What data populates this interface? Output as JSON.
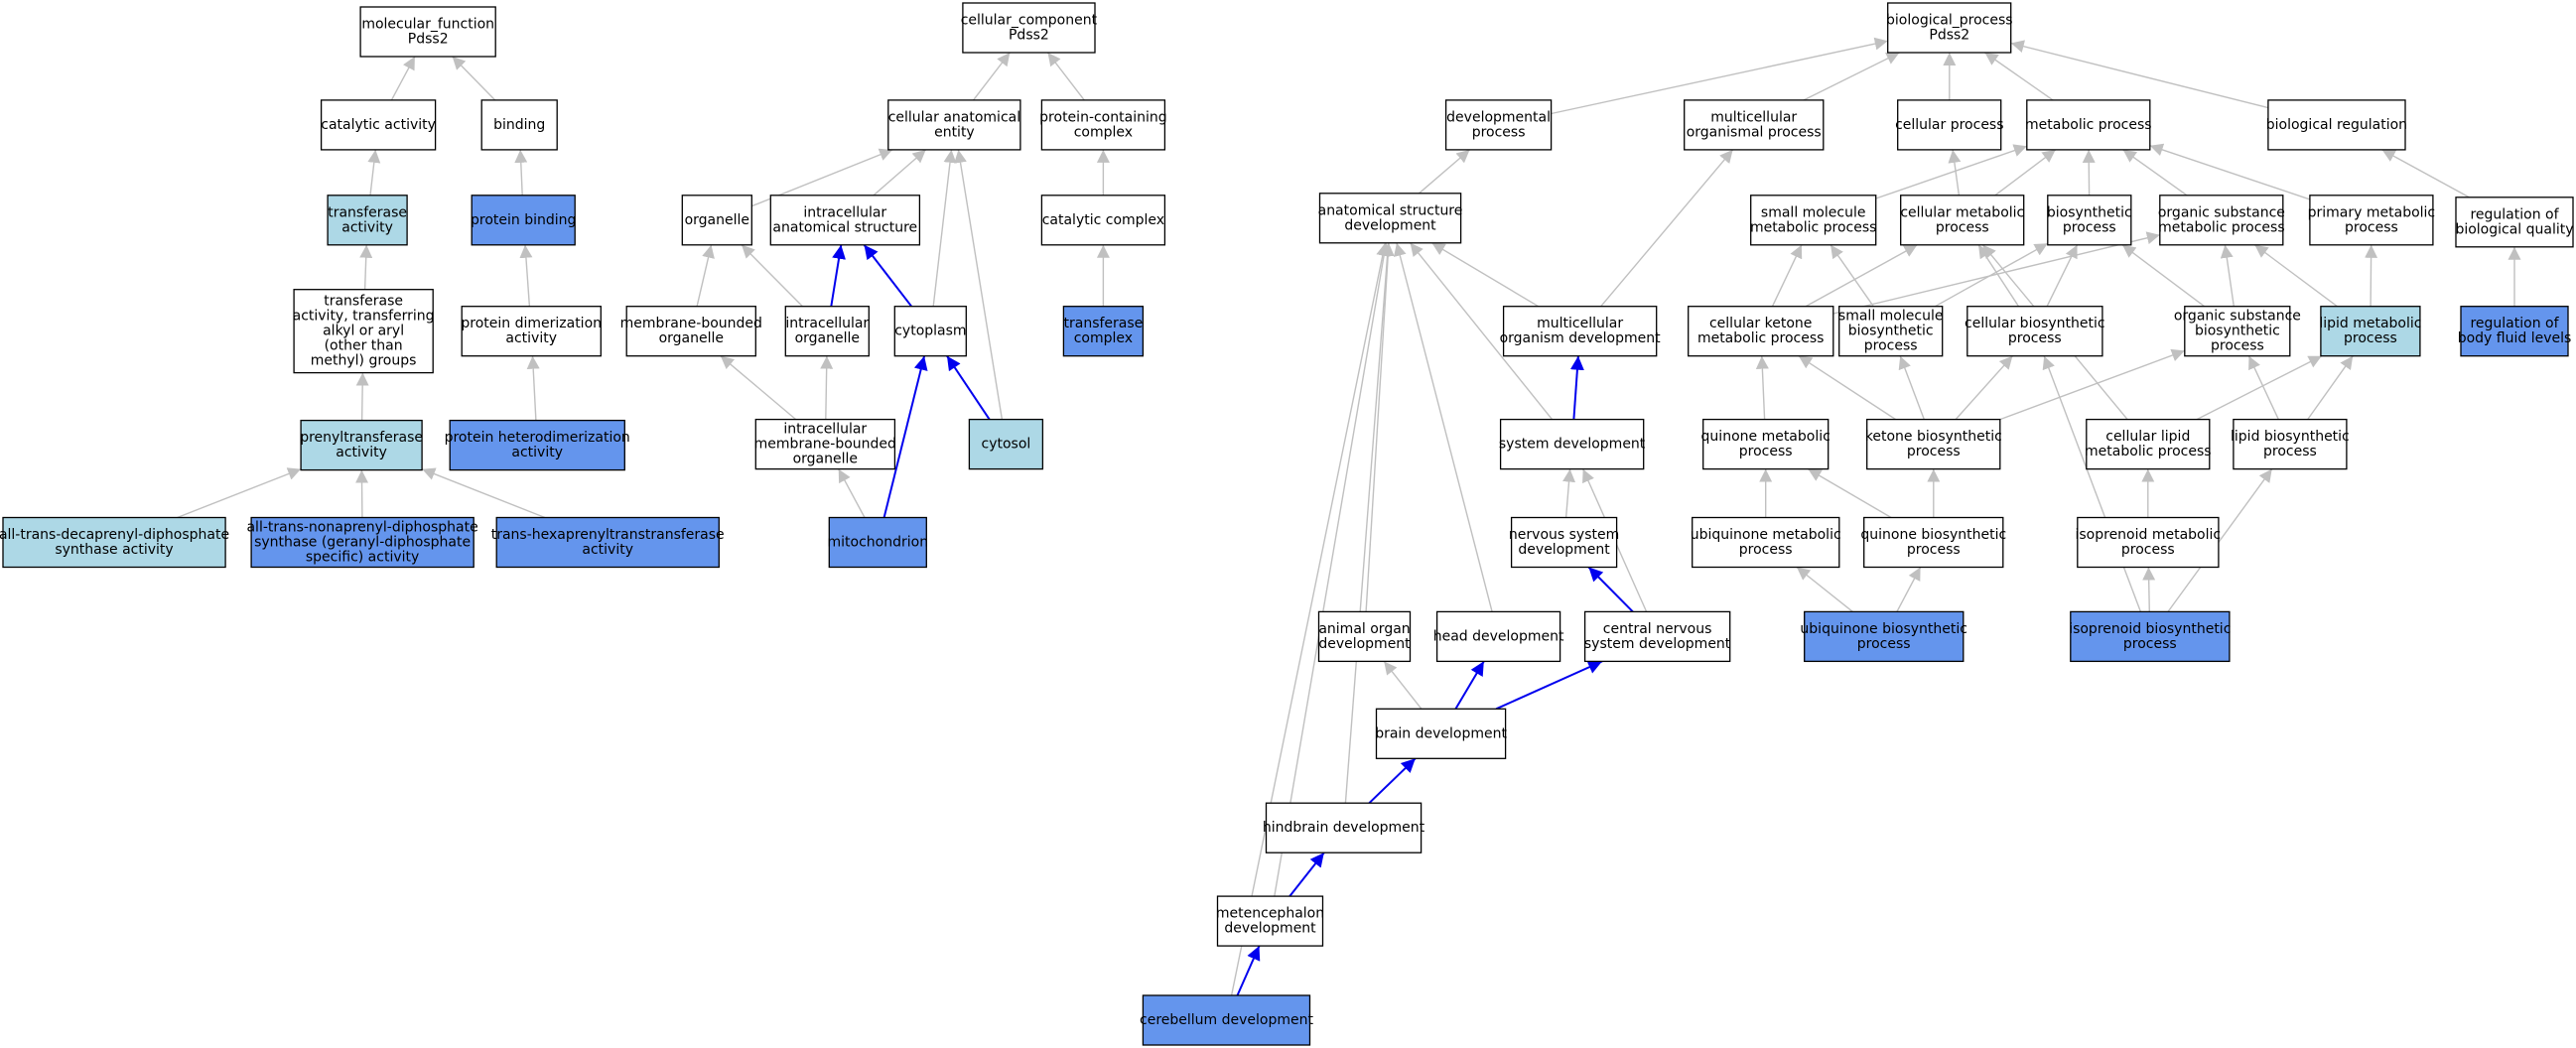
{
  "colors": {
    "plain": "#ffffff",
    "light": "#add8e6",
    "dark": "#6495ed",
    "gray_edge": "#c0c0c0",
    "blue_edge": "#0000ee"
  },
  "nodes": [
    {
      "id": "mf_root",
      "lines": [
        "molecular_function",
        "Pdss2"
      ],
      "fill": "plain"
    },
    {
      "id": "catalytic",
      "lines": [
        "catalytic activity"
      ],
      "fill": "plain"
    },
    {
      "id": "binding",
      "lines": [
        "binding"
      ],
      "fill": "plain"
    },
    {
      "id": "transferase",
      "lines": [
        "transferase",
        "activity"
      ],
      "fill": "light"
    },
    {
      "id": "protein_binding",
      "lines": [
        "protein binding"
      ],
      "fill": "dark"
    },
    {
      "id": "transferase_alkyl",
      "lines": [
        "transferase",
        "activity, transferring",
        "alkyl or aryl",
        "(other than",
        "methyl) groups"
      ],
      "fill": "plain"
    },
    {
      "id": "protein_dimer",
      "lines": [
        "protein dimerization",
        "activity"
      ],
      "fill": "plain"
    },
    {
      "id": "prenyltransferase",
      "lines": [
        "prenyltransferase",
        "activity"
      ],
      "fill": "light"
    },
    {
      "id": "protein_heterodimer",
      "lines": [
        "protein heterodimerization",
        "activity"
      ],
      "fill": "dark"
    },
    {
      "id": "decaprenyl",
      "lines": [
        "all-trans-decaprenyl-diphosphate",
        "synthase activity"
      ],
      "fill": "light"
    },
    {
      "id": "nonaprenyl",
      "lines": [
        "all-trans-nonaprenyl-diphosphate",
        "synthase (geranyl-diphosphate",
        "specific) activity"
      ],
      "fill": "dark"
    },
    {
      "id": "hexaprenyl",
      "lines": [
        "trans-hexaprenyltranstransferase",
        "activity"
      ],
      "fill": "dark"
    },
    {
      "id": "cc_root",
      "lines": [
        "cellular_component",
        "Pdss2"
      ],
      "fill": "plain"
    },
    {
      "id": "cell_anat",
      "lines": [
        "cellular anatomical",
        "entity"
      ],
      "fill": "plain"
    },
    {
      "id": "protein_complex",
      "lines": [
        "protein-containing",
        "complex"
      ],
      "fill": "plain"
    },
    {
      "id": "organelle",
      "lines": [
        "organelle"
      ],
      "fill": "plain"
    },
    {
      "id": "intracell_anat",
      "lines": [
        "intracellular",
        "anatomical structure"
      ],
      "fill": "plain"
    },
    {
      "id": "catalytic_complex",
      "lines": [
        "catalytic complex"
      ],
      "fill": "plain"
    },
    {
      "id": "membrane_org",
      "lines": [
        "membrane-bounded",
        "organelle"
      ],
      "fill": "plain"
    },
    {
      "id": "intracell_org",
      "lines": [
        "intracellular",
        "organelle"
      ],
      "fill": "plain"
    },
    {
      "id": "cytoplasm",
      "lines": [
        "cytoplasm"
      ],
      "fill": "plain"
    },
    {
      "id": "transferase_complex",
      "lines": [
        "transferase",
        "complex"
      ],
      "fill": "dark"
    },
    {
      "id": "intracell_mem_org",
      "lines": [
        "intracellular",
        "membrane-bounded",
        "organelle"
      ],
      "fill": "plain"
    },
    {
      "id": "cytosol",
      "lines": [
        "cytosol"
      ],
      "fill": "light"
    },
    {
      "id": "mitochondrion",
      "lines": [
        "mitochondrion"
      ],
      "fill": "dark"
    },
    {
      "id": "bp_root",
      "lines": [
        "biological_process",
        "Pdss2"
      ],
      "fill": "plain"
    },
    {
      "id": "dev_process",
      "lines": [
        "developmental",
        "process"
      ],
      "fill": "plain"
    },
    {
      "id": "multicell_process",
      "lines": [
        "multicellular",
        "organismal process"
      ],
      "fill": "plain"
    },
    {
      "id": "cellular_process",
      "lines": [
        "cellular process"
      ],
      "fill": "plain"
    },
    {
      "id": "metabolic_process",
      "lines": [
        "metabolic process"
      ],
      "fill": "plain"
    },
    {
      "id": "bio_regulation",
      "lines": [
        "biological regulation"
      ],
      "fill": "plain"
    },
    {
      "id": "anat_struct_dev",
      "lines": [
        "anatomical structure",
        "development"
      ],
      "fill": "plain"
    },
    {
      "id": "small_mol_met",
      "lines": [
        "small molecule",
        "metabolic process"
      ],
      "fill": "plain"
    },
    {
      "id": "cell_met",
      "lines": [
        "cellular metabolic",
        "process"
      ],
      "fill": "plain"
    },
    {
      "id": "biosynthetic",
      "lines": [
        "biosynthetic",
        "process"
      ],
      "fill": "plain"
    },
    {
      "id": "org_sub_met",
      "lines": [
        "organic substance",
        "metabolic process"
      ],
      "fill": "plain"
    },
    {
      "id": "primary_met",
      "lines": [
        "primary metabolic",
        "process"
      ],
      "fill": "plain"
    },
    {
      "id": "reg_bio_quality",
      "lines": [
        "regulation of",
        "biological quality"
      ],
      "fill": "plain"
    },
    {
      "id": "multicell_org_dev",
      "lines": [
        "multicellular",
        "organism development"
      ],
      "fill": "plain"
    },
    {
      "id": "cell_ketone_met",
      "lines": [
        "cellular ketone",
        "metabolic process"
      ],
      "fill": "plain"
    },
    {
      "id": "small_mol_bio",
      "lines": [
        "small molecule",
        "biosynthetic",
        "process"
      ],
      "fill": "plain"
    },
    {
      "id": "cell_bio",
      "lines": [
        "cellular biosynthetic",
        "process"
      ],
      "fill": "plain"
    },
    {
      "id": "org_sub_bio",
      "lines": [
        "organic substance",
        "biosynthetic",
        "process"
      ],
      "fill": "plain"
    },
    {
      "id": "lipid_met",
      "lines": [
        "lipid metabolic",
        "process"
      ],
      "fill": "light"
    },
    {
      "id": "reg_body_fluid",
      "lines": [
        "regulation of",
        "body fluid levels"
      ],
      "fill": "dark"
    },
    {
      "id": "system_dev",
      "lines": [
        "system development"
      ],
      "fill": "plain"
    },
    {
      "id": "quinone_met",
      "lines": [
        "quinone metabolic",
        "process"
      ],
      "fill": "plain"
    },
    {
      "id": "ketone_bio",
      "lines": [
        "ketone biosynthetic",
        "process"
      ],
      "fill": "plain"
    },
    {
      "id": "cell_lipid_met",
      "lines": [
        "cellular lipid",
        "metabolic process"
      ],
      "fill": "plain"
    },
    {
      "id": "lipid_bio",
      "lines": [
        "lipid biosynthetic",
        "process"
      ],
      "fill": "plain"
    },
    {
      "id": "nervous_dev",
      "lines": [
        "nervous system",
        "development"
      ],
      "fill": "plain"
    },
    {
      "id": "ubiq_met",
      "lines": [
        "ubiquinone metabolic",
        "process"
      ],
      "fill": "plain"
    },
    {
      "id": "quinone_bio",
      "lines": [
        "quinone biosynthetic",
        "process"
      ],
      "fill": "plain"
    },
    {
      "id": "isoprenoid_met",
      "lines": [
        "isoprenoid metabolic",
        "process"
      ],
      "fill": "plain"
    },
    {
      "id": "animal_organ_dev",
      "lines": [
        "animal organ",
        "development"
      ],
      "fill": "plain"
    },
    {
      "id": "head_dev",
      "lines": [
        "head development"
      ],
      "fill": "plain"
    },
    {
      "id": "cns_dev",
      "lines": [
        "central nervous",
        "system development"
      ],
      "fill": "plain"
    },
    {
      "id": "ubiq_bio",
      "lines": [
        "ubiquinone biosynthetic",
        "process"
      ],
      "fill": "dark"
    },
    {
      "id": "isoprenoid_bio",
      "lines": [
        "isoprenoid biosynthetic",
        "process"
      ],
      "fill": "dark"
    },
    {
      "id": "brain_dev",
      "lines": [
        "brain development"
      ],
      "fill": "plain"
    },
    {
      "id": "hindbrain_dev",
      "lines": [
        "hindbrain development"
      ],
      "fill": "plain"
    },
    {
      "id": "metenceph_dev",
      "lines": [
        "metencephalon",
        "development"
      ],
      "fill": "plain"
    },
    {
      "id": "cerebellum_dev",
      "lines": [
        "cerebellum development"
      ],
      "fill": "dark"
    }
  ],
  "edges": [
    {
      "from": "catalytic",
      "to": "mf_root",
      "style": "gray"
    },
    {
      "from": "binding",
      "to": "mf_root",
      "style": "gray"
    },
    {
      "from": "transferase",
      "to": "catalytic",
      "style": "gray"
    },
    {
      "from": "protein_binding",
      "to": "binding",
      "style": "gray"
    },
    {
      "from": "transferase_alkyl",
      "to": "transferase",
      "style": "gray"
    },
    {
      "from": "protein_dimer",
      "to": "protein_binding",
      "style": "gray"
    },
    {
      "from": "prenyltransferase",
      "to": "transferase_alkyl",
      "style": "gray"
    },
    {
      "from": "protein_heterodimer",
      "to": "protein_dimer",
      "style": "gray"
    },
    {
      "from": "decaprenyl",
      "to": "prenyltransferase",
      "style": "gray"
    },
    {
      "from": "nonaprenyl",
      "to": "prenyltransferase",
      "style": "gray"
    },
    {
      "from": "hexaprenyl",
      "to": "prenyltransferase",
      "style": "gray"
    },
    {
      "from": "cell_anat",
      "to": "cc_root",
      "style": "gray"
    },
    {
      "from": "protein_complex",
      "to": "cc_root",
      "style": "gray"
    },
    {
      "from": "organelle",
      "to": "cell_anat",
      "style": "gray"
    },
    {
      "from": "intracell_anat",
      "to": "cell_anat",
      "style": "gray"
    },
    {
      "from": "cytoplasm",
      "to": "cell_anat",
      "style": "gray"
    },
    {
      "from": "cytosol",
      "to": "cell_anat",
      "style": "gray"
    },
    {
      "from": "catalytic_complex",
      "to": "protein_complex",
      "style": "gray"
    },
    {
      "from": "membrane_org",
      "to": "organelle",
      "style": "gray"
    },
    {
      "from": "intracell_org",
      "to": "organelle",
      "style": "gray"
    },
    {
      "from": "intracell_org",
      "to": "intracell_anat",
      "style": "blue"
    },
    {
      "from": "cytoplasm",
      "to": "intracell_anat",
      "style": "blue"
    },
    {
      "from": "transferase_complex",
      "to": "catalytic_complex",
      "style": "gray"
    },
    {
      "from": "intracell_mem_org",
      "to": "membrane_org",
      "style": "gray"
    },
    {
      "from": "intracell_mem_org",
      "to": "intracell_org",
      "style": "gray"
    },
    {
      "from": "cytosol",
      "to": "cytoplasm",
      "style": "blue"
    },
    {
      "from": "mitochondrion",
      "to": "intracell_mem_org",
      "style": "gray"
    },
    {
      "from": "mitochondrion",
      "to": "cytoplasm",
      "style": "blue"
    },
    {
      "from": "dev_process",
      "to": "bp_root",
      "style": "gray"
    },
    {
      "from": "multicell_process",
      "to": "bp_root",
      "style": "gray"
    },
    {
      "from": "cellular_process",
      "to": "bp_root",
      "style": "gray"
    },
    {
      "from": "metabolic_process",
      "to": "bp_root",
      "style": "gray"
    },
    {
      "from": "bio_regulation",
      "to": "bp_root",
      "style": "gray"
    },
    {
      "from": "anat_struct_dev",
      "to": "dev_process",
      "style": "gray"
    },
    {
      "from": "small_mol_met",
      "to": "metabolic_process",
      "style": "gray"
    },
    {
      "from": "cell_met",
      "to": "metabolic_process",
      "style": "gray"
    },
    {
      "from": "cell_met",
      "to": "cellular_process",
      "style": "gray"
    },
    {
      "from": "biosynthetic",
      "to": "metabolic_process",
      "style": "gray"
    },
    {
      "from": "org_sub_met",
      "to": "metabolic_process",
      "style": "gray"
    },
    {
      "from": "primary_met",
      "to": "metabolic_process",
      "style": "gray"
    },
    {
      "from": "reg_bio_quality",
      "to": "bio_regulation",
      "style": "gray"
    },
    {
      "from": "multicell_org_dev",
      "to": "anat_struct_dev",
      "style": "gray"
    },
    {
      "from": "multicell_org_dev",
      "to": "multicell_process",
      "style": "gray"
    },
    {
      "from": "cell_ketone_met",
      "to": "small_mol_met",
      "style": "gray"
    },
    {
      "from": "cell_ketone_met",
      "to": "cell_met",
      "style": "gray"
    },
    {
      "from": "cell_ketone_met",
      "to": "org_sub_met",
      "style": "gray"
    },
    {
      "from": "small_mol_bio",
      "to": "small_mol_met",
      "style": "gray"
    },
    {
      "from": "small_mol_bio",
      "to": "biosynthetic",
      "style": "gray"
    },
    {
      "from": "cell_bio",
      "to": "cell_met",
      "style": "gray"
    },
    {
      "from": "cell_bio",
      "to": "biosynthetic",
      "style": "gray"
    },
    {
      "from": "org_sub_bio",
      "to": "org_sub_met",
      "style": "gray"
    },
    {
      "from": "org_sub_bio",
      "to": "biosynthetic",
      "style": "gray"
    },
    {
      "from": "lipid_met",
      "to": "primary_met",
      "style": "gray"
    },
    {
      "from": "lipid_met",
      "to": "org_sub_met",
      "style": "gray"
    },
    {
      "from": "reg_body_fluid",
      "to": "reg_bio_quality",
      "style": "gray"
    },
    {
      "from": "system_dev",
      "to": "multicell_org_dev",
      "style": "blue"
    },
    {
      "from": "system_dev",
      "to": "anat_struct_dev",
      "style": "gray"
    },
    {
      "from": "quinone_met",
      "to": "cell_ketone_met",
      "style": "gray"
    },
    {
      "from": "ketone_bio",
      "to": "cell_ketone_met",
      "style": "gray"
    },
    {
      "from": "ketone_bio",
      "to": "small_mol_bio",
      "style": "gray"
    },
    {
      "from": "ketone_bio",
      "to": "cell_bio",
      "style": "gray"
    },
    {
      "from": "ketone_bio",
      "to": "org_sub_bio",
      "style": "gray"
    },
    {
      "from": "cell_lipid_met",
      "to": "lipid_met",
      "style": "gray"
    },
    {
      "from": "cell_lipid_met",
      "to": "cell_met",
      "style": "gray"
    },
    {
      "from": "lipid_bio",
      "to": "lipid_met",
      "style": "gray"
    },
    {
      "from": "lipid_bio",
      "to": "org_sub_bio",
      "style": "gray"
    },
    {
      "from": "nervous_dev",
      "to": "system_dev",
      "style": "gray"
    },
    {
      "from": "ubiq_met",
      "to": "quinone_met",
      "style": "gray"
    },
    {
      "from": "quinone_bio",
      "to": "quinone_met",
      "style": "gray"
    },
    {
      "from": "quinone_bio",
      "to": "ketone_bio",
      "style": "gray"
    },
    {
      "from": "isoprenoid_met",
      "to": "cell_lipid_met",
      "style": "gray"
    },
    {
      "from": "animal_organ_dev",
      "to": "anat_struct_dev",
      "style": "gray"
    },
    {
      "from": "head_dev",
      "to": "anat_struct_dev",
      "style": "gray"
    },
    {
      "from": "cns_dev",
      "to": "nervous_dev",
      "style": "blue"
    },
    {
      "from": "cns_dev",
      "to": "system_dev",
      "style": "gray"
    },
    {
      "from": "ubiq_bio",
      "to": "ubiq_met",
      "style": "gray"
    },
    {
      "from": "ubiq_bio",
      "to": "quinone_bio",
      "style": "gray"
    },
    {
      "from": "isoprenoid_bio",
      "to": "isoprenoid_met",
      "style": "gray"
    },
    {
      "from": "isoprenoid_bio",
      "to": "lipid_bio",
      "style": "gray"
    },
    {
      "from": "isoprenoid_bio",
      "to": "cell_bio",
      "style": "gray"
    },
    {
      "from": "brain_dev",
      "to": "head_dev",
      "style": "blue"
    },
    {
      "from": "brain_dev",
      "to": "cns_dev",
      "style": "blue"
    },
    {
      "from": "brain_dev",
      "to": "animal_organ_dev",
      "style": "gray"
    },
    {
      "from": "hindbrain_dev",
      "to": "brain_dev",
      "style": "blue"
    },
    {
      "from": "hindbrain_dev",
      "to": "anat_struct_dev",
      "style": "gray"
    },
    {
      "from": "metenceph_dev",
      "to": "hindbrain_dev",
      "style": "blue"
    },
    {
      "from": "metenceph_dev",
      "to": "anat_struct_dev",
      "style": "gray"
    },
    {
      "from": "cerebellum_dev",
      "to": "metenceph_dev",
      "style": "blue"
    },
    {
      "from": "cerebellum_dev",
      "to": "anat_struct_dev",
      "style": "gray"
    }
  ]
}
